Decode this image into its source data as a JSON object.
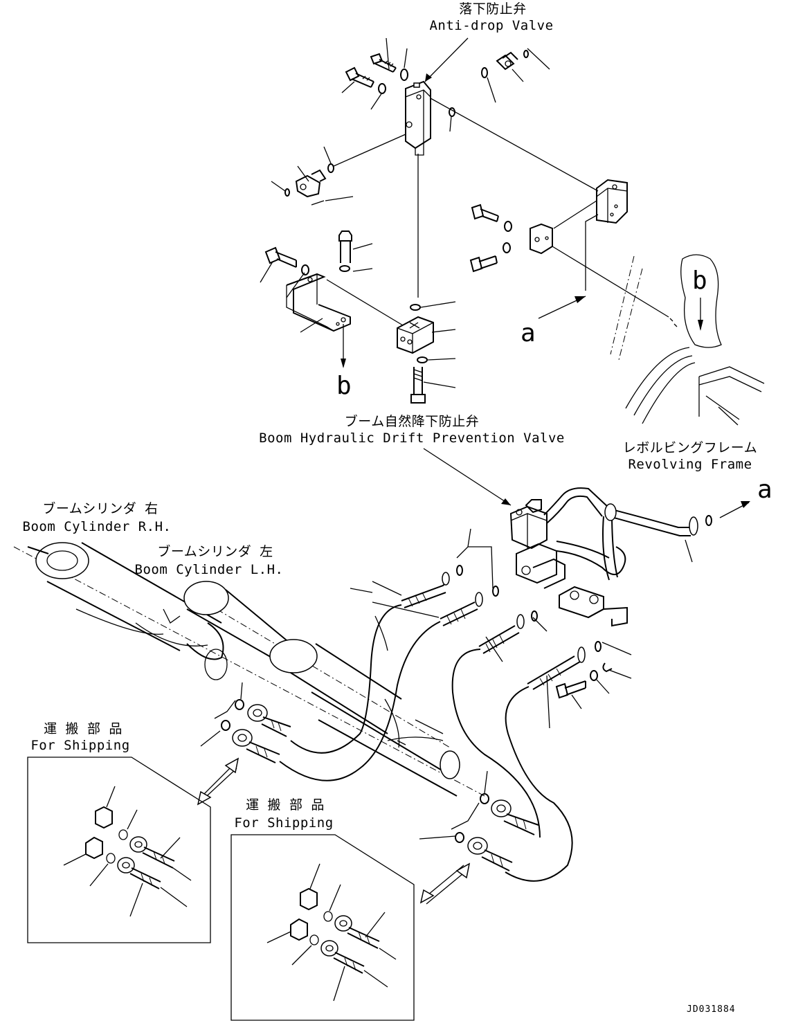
{
  "labels": {
    "anti_drop_valve_jp": "落下防止弁",
    "anti_drop_valve_en": "Anti-drop Valve",
    "boom_drift_valve_jp": "ブーム自然降下防止弁",
    "boom_drift_valve_en": "Boom Hydraulic Drift Prevention Valve",
    "revolving_frame_jp": "レボルビングフレーム",
    "revolving_frame_en": "Revolving Frame",
    "boom_cyl_rh_jp": "ブームシリンダ 右",
    "boom_cyl_rh_en": "Boom Cylinder R.H.",
    "boom_cyl_lh_jp": "ブームシリンダ 左",
    "boom_cyl_lh_en": "Boom Cylinder L.H.",
    "for_shipping_1_jp": "運 搬 部 品",
    "for_shipping_1_en": "For Shipping",
    "for_shipping_2_jp": "運 搬 部 品",
    "for_shipping_2_en": "For Shipping"
  },
  "references": {
    "a_arrow_mid": "a",
    "a_arrow_right": "a",
    "b_arrow_mid": "b",
    "b_arrow_right": "b"
  },
  "drawing_code": "JD031884"
}
